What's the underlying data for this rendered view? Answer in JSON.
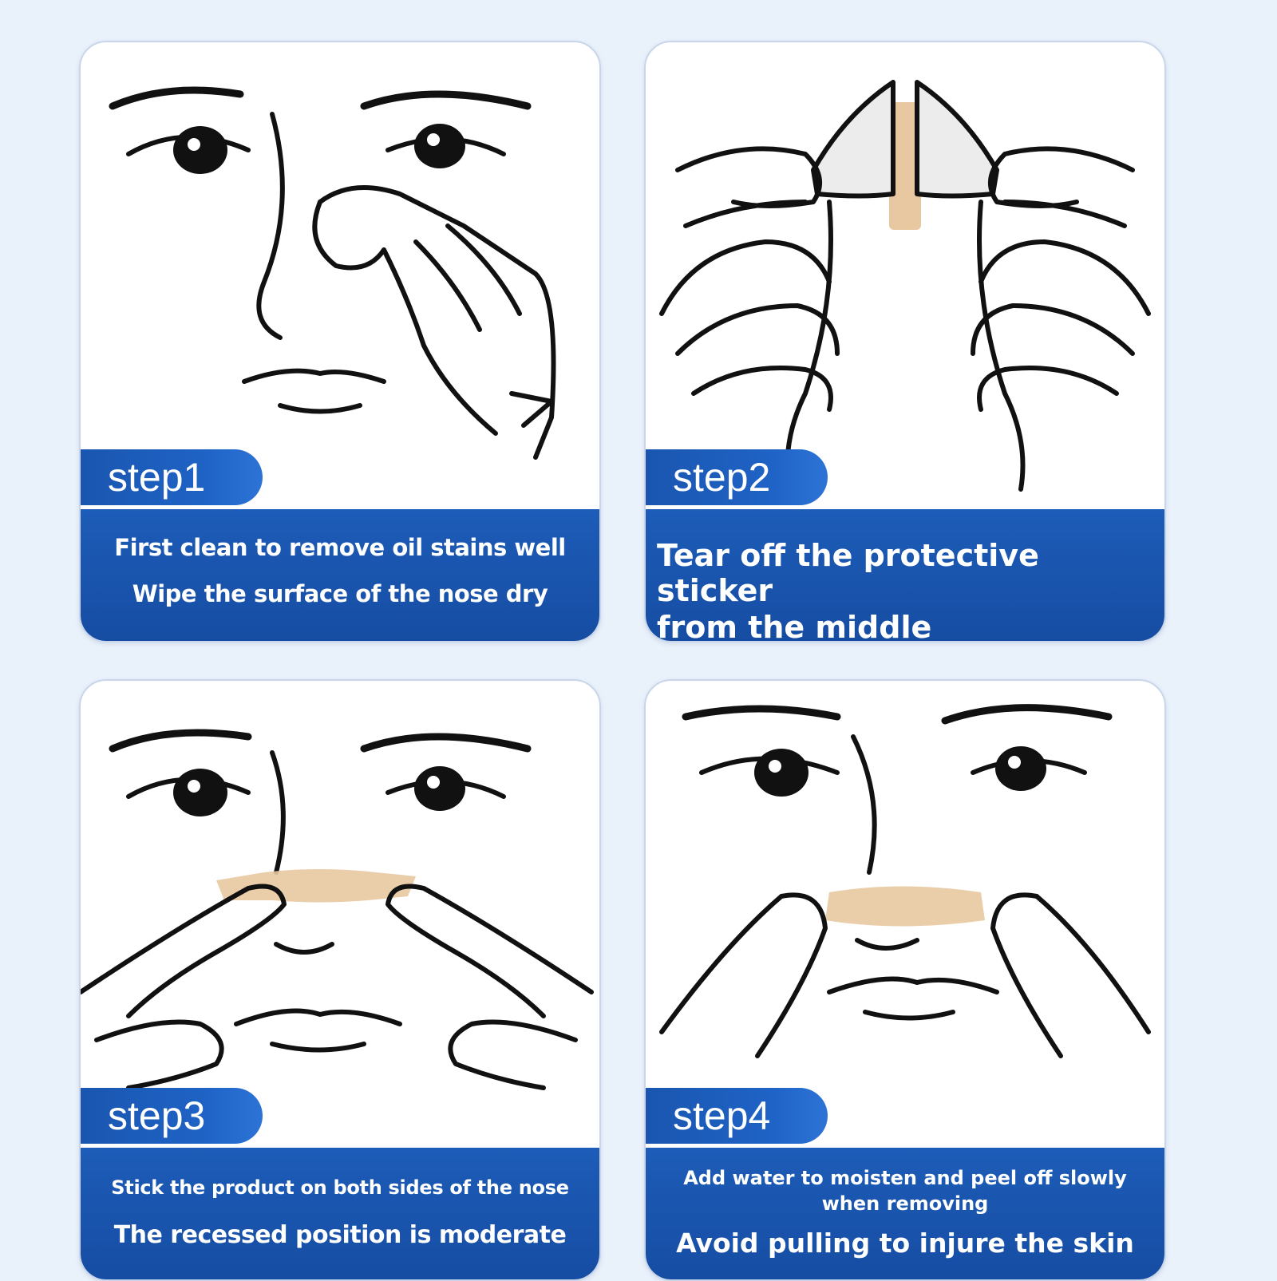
{
  "colors": {
    "background": "#e9f1fb",
    "accent_blue": "#1a56b0",
    "strip_color": "#e8c8a0"
  },
  "steps": [
    {
      "label": "step1",
      "line1": "First clean to remove oil stains well",
      "line2": "Wipe the surface of the nose dry",
      "illustration": "face-wiping-nose"
    },
    {
      "label": "step2",
      "line1": "Tear off the protective sticker",
      "line2": "from the middle",
      "illustration": "hands-peeling-sticker"
    },
    {
      "label": "step3",
      "line1": "Stick the product on both sides of the nose",
      "line2": "The recessed position is moderate",
      "illustration": "face-applying-strip"
    },
    {
      "label": "step4",
      "line1": "Add water to moisten and peel off slowly when removing",
      "line2": "Avoid pulling to injure the skin",
      "illustration": "face-removing-strip"
    }
  ]
}
